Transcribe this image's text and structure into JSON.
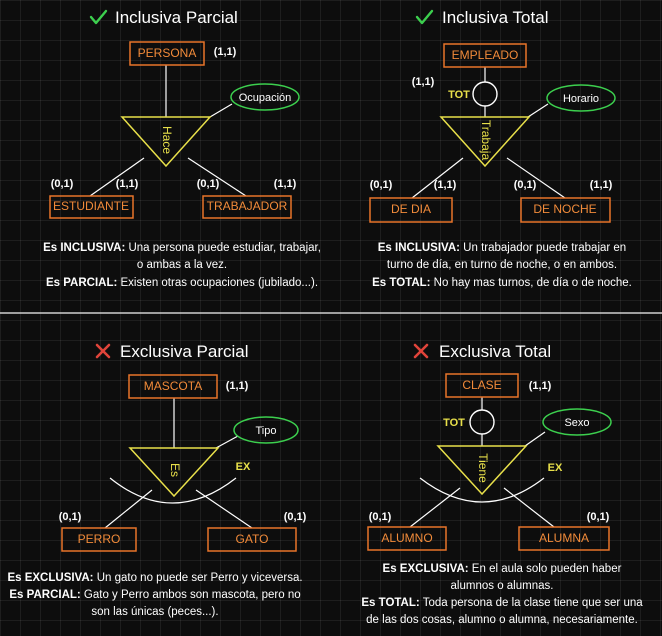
{
  "panels": {
    "inclusiva_parcial": {
      "title": "Inclusiva Parcial",
      "parent": "PERSONA",
      "parent_card": "(1,1)",
      "relation": "Hace",
      "attribute": "Ocupación",
      "child_left": "ESTUDIANTE",
      "child_right": "TRABAJADOR",
      "card_left_1": "(0,1)",
      "card_left_2": "(1,1)",
      "card_right_1": "(0,1)",
      "card_right_2": "(1,1)",
      "desc": [
        {
          "bold": "Es INCLUSIVA:",
          "text": " Una persona puede estudiar, trabajar,"
        },
        {
          "bold": "",
          "text": "o ambas a la vez."
        },
        {
          "bold": "Es PARCIAL:",
          "text": " Existen otras ocupaciones (jubilado...)."
        }
      ]
    },
    "inclusiva_total": {
      "title": "Inclusiva Total",
      "parent": "EMPLEADO",
      "parent_card": "(1,1)",
      "tot": "TOT",
      "relation": "Trabaja",
      "attribute": "Horario",
      "child_left": "DE DIA",
      "child_right": "DE NOCHE",
      "card_left_1": "(0,1)",
      "card_left_2": "(1,1)",
      "card_right_1": "(0,1)",
      "card_right_2": "(1,1)",
      "desc": [
        {
          "bold": "Es INCLUSIVA:",
          "text": " Un trabajador puede trabajar en"
        },
        {
          "bold": "",
          "text": "turno de día, en turno de noche, o en ambos."
        },
        {
          "bold": "Es TOTAL:",
          "text": " No hay mas turnos, de día o de noche."
        }
      ]
    },
    "exclusiva_parcial": {
      "title": "Exclusiva Parcial",
      "parent": "MASCOTA",
      "parent_card": "(1,1)",
      "relation": "Es",
      "attribute": "Tipo",
      "ex": "EX",
      "child_left": "PERRO",
      "child_right": "GATO",
      "card_left": "(0,1)",
      "card_right": "(0,1)",
      "desc": [
        {
          "bold": "Es EXCLUSIVA:",
          "text": " Un gato no puede ser Perro y viceversa."
        },
        {
          "bold": "Es PARCIAL:",
          "text": " Gato y Perro ambos son mascota, pero no"
        },
        {
          "bold": "",
          "text": "son las únicas (peces...)."
        }
      ]
    },
    "exclusiva_total": {
      "title": "Exclusiva Total",
      "parent": "CLASE",
      "parent_card": "(1,1)",
      "tot": "TOT",
      "relation": "Tiene",
      "attribute": "Sexo",
      "ex": "EX",
      "child_left": "ALUMNO",
      "child_right": "ALUMNA",
      "card_left": "(0,1)",
      "card_right": "(0,1)",
      "desc": [
        {
          "bold": "Es EXCLUSIVA:",
          "text": " En el aula solo pueden haber"
        },
        {
          "bold": "",
          "text": "alumnos o alumnas."
        },
        {
          "bold": "Es TOTAL:",
          "text": " Toda persona de la clase tiene que ser una"
        },
        {
          "bold": "",
          "text": "de las dos cosas, alumno o alumna, necesariamente."
        }
      ]
    }
  },
  "colors": {
    "entity": "#e8742a",
    "relation": "#e8e04a",
    "attribute": "#3ccf4e",
    "check": "#3ccf4e",
    "cross": "#e0443a"
  },
  "icons": {
    "inclusive": "check-icon",
    "exclusive": "cross-icon"
  }
}
